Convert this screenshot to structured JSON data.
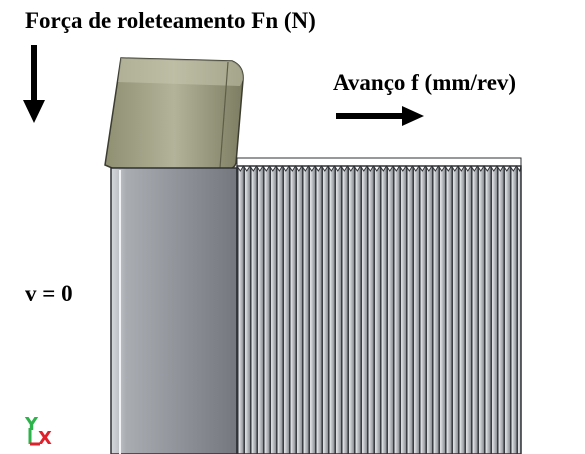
{
  "labels": {
    "force": "Força de roleteamento Fn (N)",
    "feed": "Avanço f (mm/rev)",
    "speed": "v = 0"
  },
  "axes": {
    "y": "Y",
    "x": "X",
    "y_color": "#2cb34a",
    "x_color": "#e0202a"
  },
  "colors": {
    "roller": "#a6a68a",
    "workpiece_smooth": "#9a9ea4",
    "thread": "#5a5d61",
    "arrows": "#000000"
  }
}
